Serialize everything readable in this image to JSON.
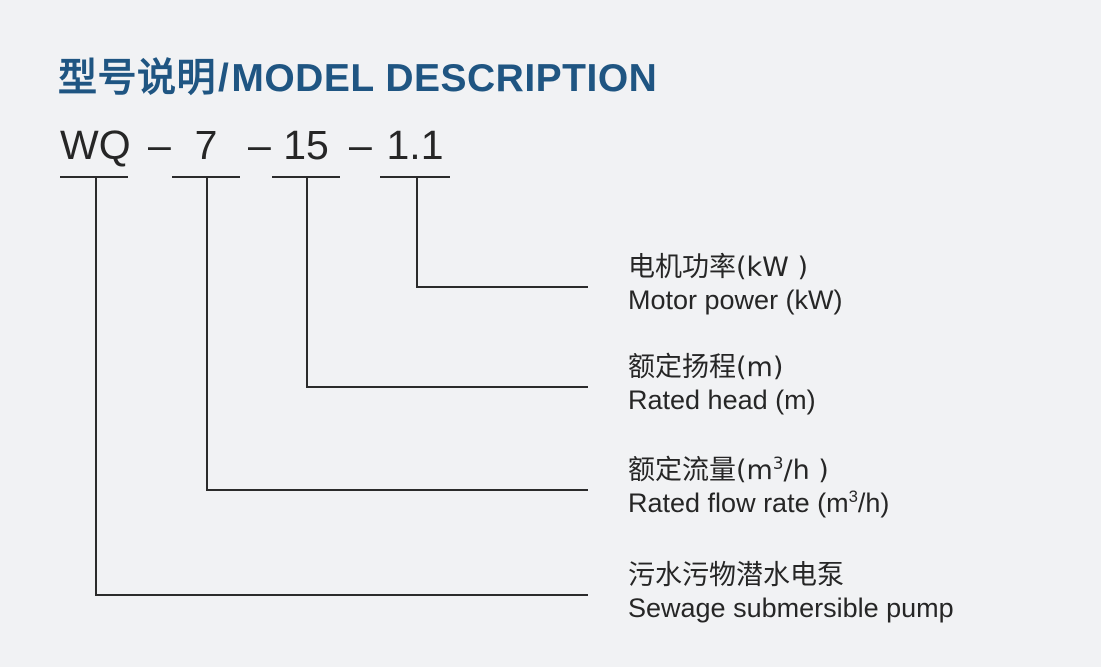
{
  "background_color": "#f1f2f4",
  "accent_color": "#1f5582",
  "line_color": "#2b2b2b",
  "text_color": "#262626",
  "header": {
    "title_cn": "型号说明",
    "separator": "/",
    "title_en": "MODEL DESCRIPTION"
  },
  "model": {
    "full": "WQ 7 - 15 - 1.1",
    "segments": [
      {
        "text": "WQ",
        "meaning_key": "sewage_pump"
      },
      {
        "text": "7",
        "meaning_key": "rated_flow"
      },
      {
        "text": "15",
        "meaning_key": "rated_head"
      },
      {
        "text": "1.1",
        "meaning_key": "motor_power"
      }
    ],
    "dash": "–"
  },
  "callouts": [
    {
      "key": "motor_power",
      "cn": "电机功率(kW )",
      "en": "Motor power (kW)",
      "en_plain": "Motor power (kW)"
    },
    {
      "key": "rated_head",
      "cn": "额定扬程(m)",
      "en": "Rated head (m)",
      "en_plain": "Rated head (m)"
    },
    {
      "key": "rated_flow",
      "cn_pre": "额定流量(m",
      "cn_sup": "3",
      "cn_post": "/h )",
      "en_pre": "Rated flow rate (m",
      "en_sup": "3",
      "en_post": "/h)"
    },
    {
      "key": "sewage_pump",
      "cn": "污水污物潜水电泵",
      "en": "Sewage submersible pump",
      "en_plain": "Sewage submersible pump"
    }
  ]
}
